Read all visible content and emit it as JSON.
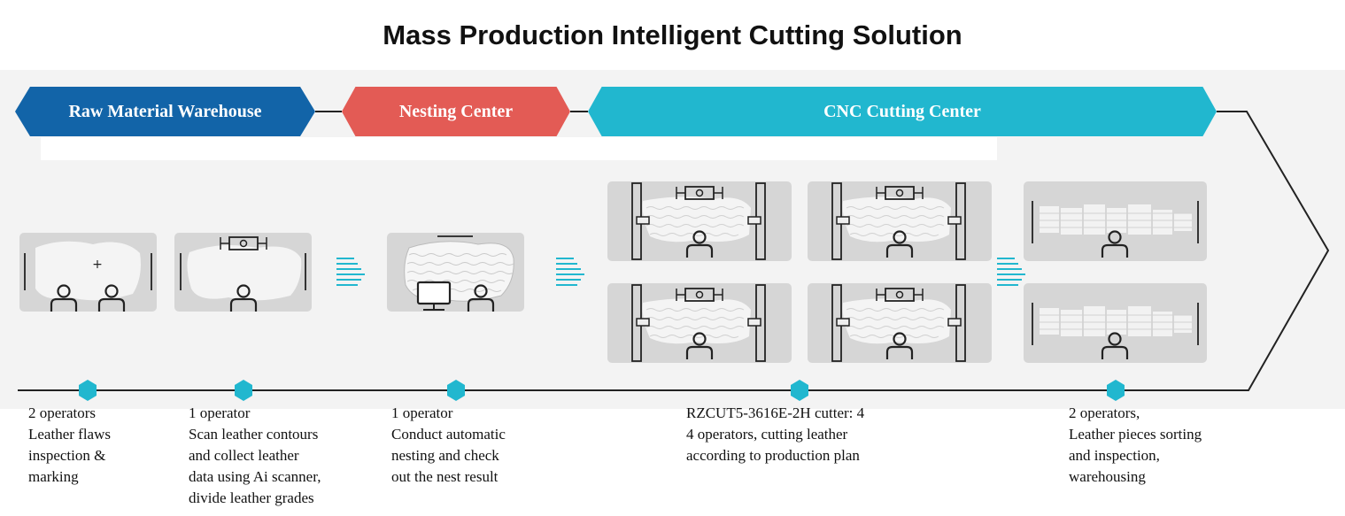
{
  "title": "Mass Production Intelligent Cutting Solution",
  "stages": [
    {
      "label": "Raw Material Warehouse",
      "color": "#1264a8"
    },
    {
      "label": "Nesting Center",
      "color": "#e35b55"
    },
    {
      "label": "CNC Cutting Center",
      "color": "#21b7cf"
    }
  ],
  "colors": {
    "node": "#21b7cf",
    "machine": "#d6d6d6",
    "leather": "#f4f4f4"
  },
  "steps": [
    {
      "lines": [
        "2 operators",
        "Leather flaws",
        "inspection &",
        "marking"
      ]
    },
    {
      "lines": [
        "1 operator",
        "Scan leather contours",
        "and collect leather",
        "data using Ai scanner,",
        "divide leather grades"
      ]
    },
    {
      "lines": [
        "1 operator",
        "Conduct automatic",
        "nesting and check",
        "out the nest result"
      ]
    },
    {
      "lines": [
        "RZCUT5-3616E-2H cutter: 4",
        "4 operators, cutting leather",
        "according to production plan"
      ]
    },
    {
      "lines": [
        "2 operators,",
        "Leather pieces sorting",
        "and inspection,",
        "warehousing"
      ]
    }
  ]
}
